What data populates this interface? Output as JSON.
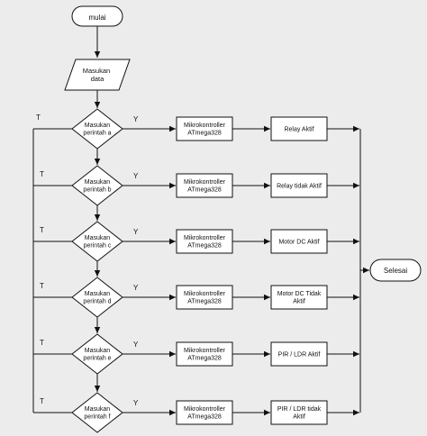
{
  "start": "mulai",
  "input": [
    "Masukan",
    "data"
  ],
  "end": "Selesai",
  "branch_no": "T",
  "branch_yes": "Y",
  "rows": [
    {
      "decision": [
        "Masukan",
        "perintah a"
      ],
      "controller": [
        "Mikrokontroller",
        "ATmega328"
      ],
      "output": [
        "Relay Aktif"
      ]
    },
    {
      "decision": [
        "Masukan",
        "perintah b"
      ],
      "controller": [
        "Mikrokontroller",
        "ATmega328"
      ],
      "output": [
        "Relay tidak Aktif"
      ]
    },
    {
      "decision": [
        "Masukan",
        "perintah c"
      ],
      "controller": [
        "Mikrokontroller",
        "ATmega328"
      ],
      "output": [
        "Motor DC Aktif"
      ]
    },
    {
      "decision": [
        "Masukan",
        "perintah d"
      ],
      "controller": [
        "Mikrokontroller",
        "ATmega328"
      ],
      "output": [
        "Motor DC Tidak",
        "Aktif"
      ]
    },
    {
      "decision": [
        "Masukan",
        "perintah e"
      ],
      "controller": [
        "Mikrokontroller",
        "ATmega328"
      ],
      "output": [
        "PIR / LDR Aktif"
      ]
    },
    {
      "decision": [
        "Masukan",
        "perintah f"
      ],
      "controller": [
        "Mikrokontroller",
        "ATmega328"
      ],
      "output": [
        "PIR / LDR tidak",
        "Aktif"
      ]
    }
  ]
}
